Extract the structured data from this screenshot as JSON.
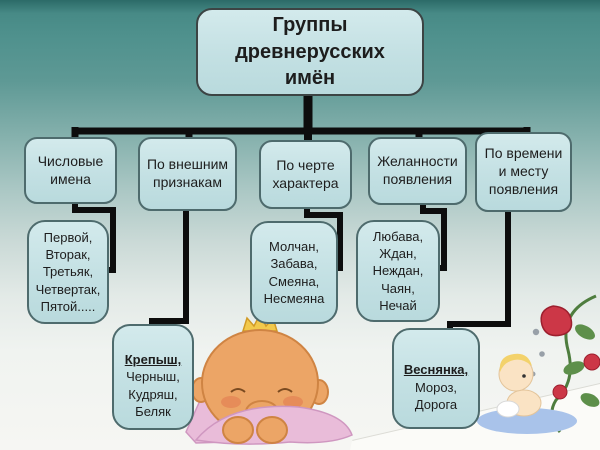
{
  "slide": {
    "title": "Группы\nдревнерусских\nимён",
    "categories": [
      {
        "label": "Числовые\nимена"
      },
      {
        "label": "По внешним\nпризнакам"
      },
      {
        "label": "По черте\nхарактера"
      },
      {
        "label": "Желанности\nпоявления"
      },
      {
        "label": "По времени\nи месту\nпоявления"
      }
    ],
    "examples": [
      {
        "names": "Первой,\nВторак,\nТретьяк,\nЧетвертак,\nПятой....."
      },
      {
        "highlight": "Крепыш,",
        "names": "Черныш,\nКудряш,\nБеляк"
      },
      {
        "names": "Молчан,\nЗабава,\nСмеяна,\nНесмеяна"
      },
      {
        "names": "Любава,\nЖдан,\nНеждан,\nЧаян,\nНечай"
      },
      {
        "highlight": "Веснянка,",
        "names": "Мороз,\nДорога"
      }
    ],
    "colors": {
      "background_top": "#4f918d",
      "background_bottom": "#f6f6f3",
      "box_fill": "#c8e3e6",
      "box_border": "#4e6b6d",
      "connector": "#0d0d0d",
      "text": "#1d1d1d"
    }
  }
}
